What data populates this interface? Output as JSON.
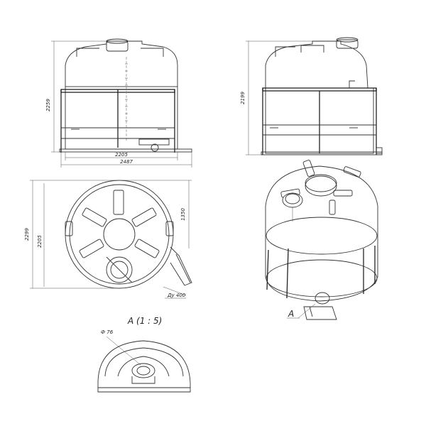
{
  "front_view": {
    "height_dim": "2259",
    "width_dim_inner": "2205",
    "width_dim_outer": "2487"
  },
  "side_view": {
    "height_dim": "2199"
  },
  "top_view": {
    "dim_outer": "2299",
    "dim_inner": "2205",
    "dim_half": "1350",
    "outlet_label": "Ду 400"
  },
  "iso_view": {
    "callout": "A"
  },
  "detail": {
    "title": "A (1 : 5)",
    "diameter_label": "Ф 76"
  },
  "colors": {
    "line": "#333333",
    "background": "#ffffff"
  }
}
